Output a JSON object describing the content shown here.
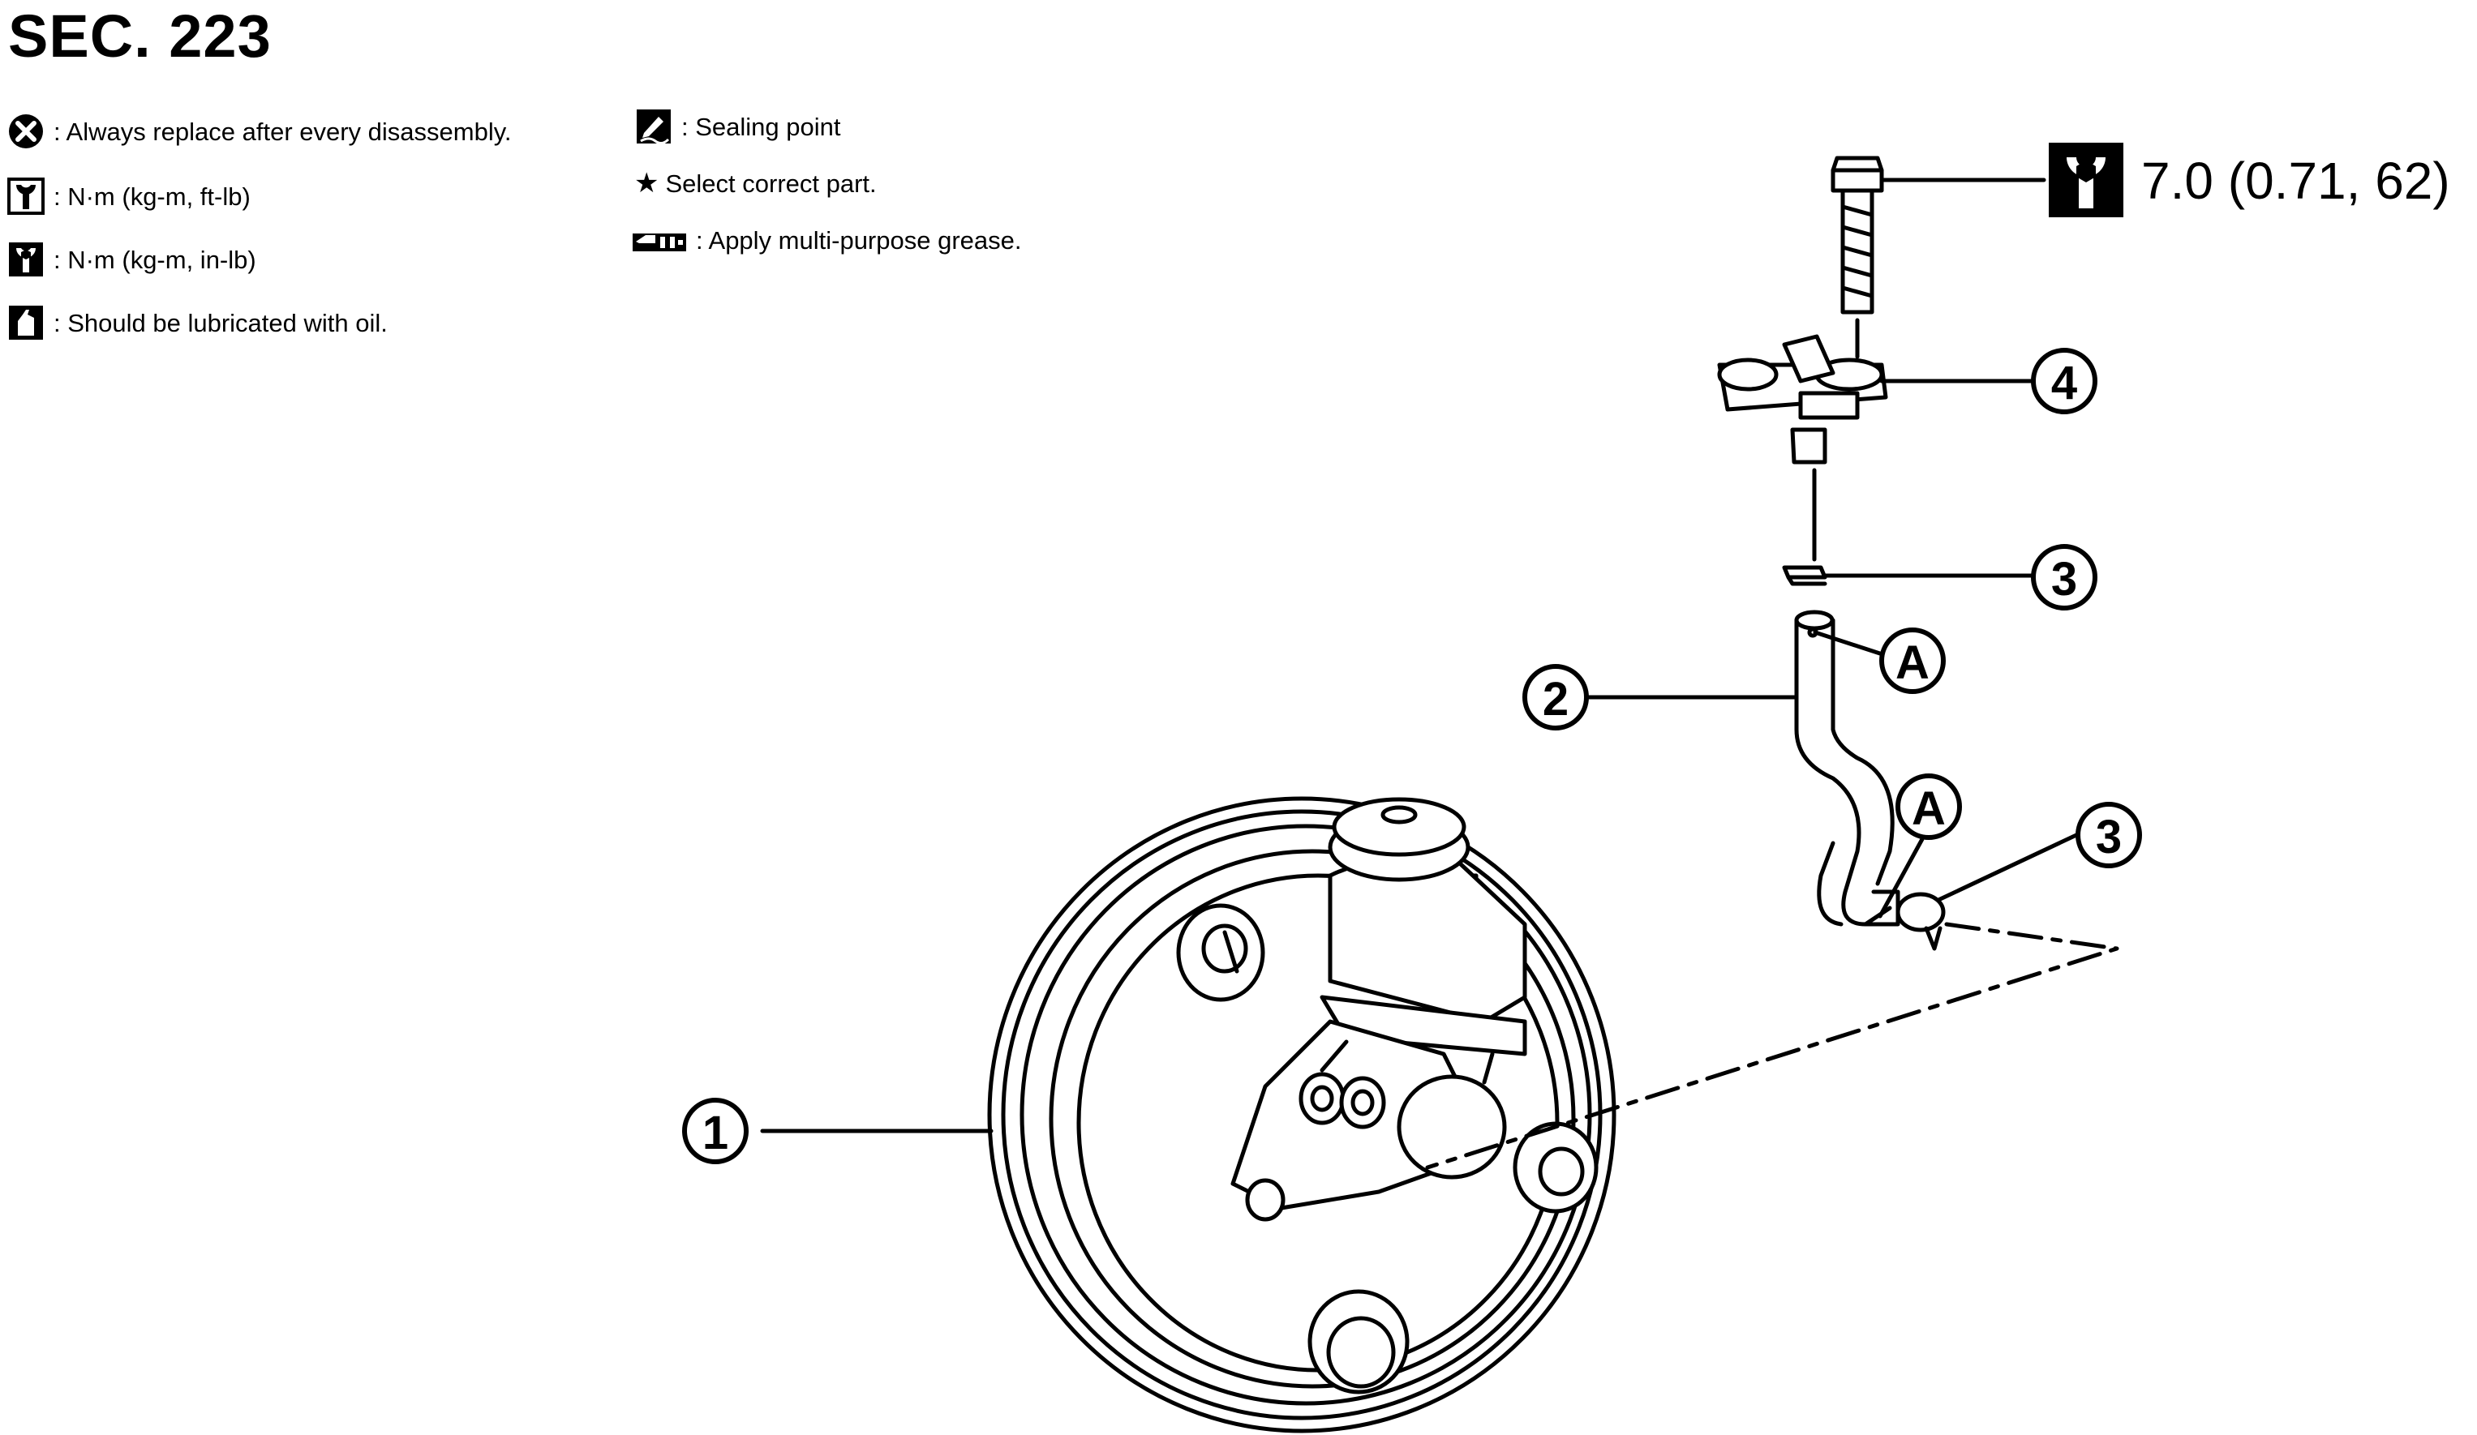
{
  "section_title": "SEC. 223",
  "legend": [
    {
      "icon": "always-replace-icon",
      "text": ": Always replace after every disassembly."
    },
    {
      "icon": "torque-ftlb-icon",
      "text": ": N·m (kg-m, ft-lb)"
    },
    {
      "icon": "torque-inlb-icon",
      "text": ": N·m (kg-m, in-lb)"
    },
    {
      "icon": "oil-lubricate-icon",
      "text": ": Should be lubricated with oil."
    },
    {
      "icon": "sealing-point-icon",
      "text": ": Sealing point"
    },
    {
      "icon": "star-icon",
      "text": "Select correct part."
    },
    {
      "icon": "grease-icon",
      "text": ": Apply multi-purpose grease."
    }
  ],
  "torque_spec": {
    "icon": "torque-inlb-icon",
    "value": "7.0 (0.71, 62)"
  },
  "callouts": {
    "part_1": "1",
    "part_2": "2",
    "part_3_upper": "3",
    "part_3_lower": "3",
    "part_4": "4",
    "point_a_upper": "A",
    "point_a_lower": "A"
  }
}
